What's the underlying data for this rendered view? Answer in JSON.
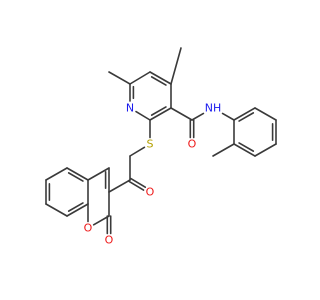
{
  "molecule": {
    "colors": {
      "bond": "#3a3a3a",
      "N": "#1a1aee",
      "O": "#ee1a1a",
      "S": "#b3a000"
    },
    "labels": {
      "N": "N",
      "O": "O",
      "S": "S",
      "NH": "NH"
    }
  }
}
